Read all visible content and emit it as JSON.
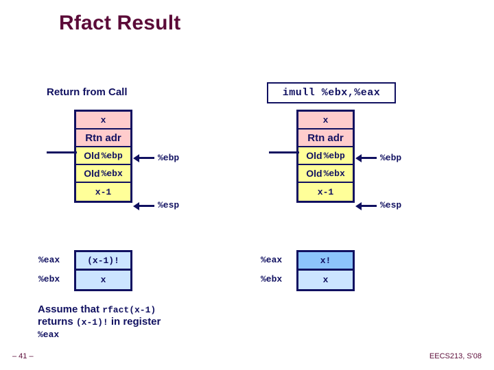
{
  "slide": {
    "title": "Rfact Result",
    "footer_left": "– 41 –",
    "footer_right": "EECS213, S'08"
  },
  "left_panel": {
    "heading": "Return from Call",
    "stack": {
      "cells": [
        {
          "text": "x",
          "style": "pink",
          "font": "mono"
        },
        {
          "text": "Rtn adr",
          "style": "pink",
          "font": "sans"
        },
        {
          "text": "Old %ebp",
          "style": "yellow",
          "font": "mixed",
          "bold_part": "Old",
          "mono_part": "%ebp"
        },
        {
          "text": "Old %ebx",
          "style": "yellow",
          "font": "mixed",
          "bold_part": "Old",
          "mono_part": "%ebx"
        },
        {
          "text": "x-1",
          "style": "yellow",
          "font": "mono"
        }
      ]
    },
    "pointers": [
      {
        "label": "%ebp",
        "target_cell": "Old %ebp"
      },
      {
        "label": "%esp",
        "target_cell": "x-1"
      }
    ],
    "registers": {
      "rows": [
        {
          "name": "%eax",
          "value": "(x-1)!",
          "highlight": false
        },
        {
          "name": "%ebx",
          "value": "x",
          "highlight": false
        }
      ]
    }
  },
  "right_panel": {
    "instruction": "imull %ebx,%eax",
    "stack": {
      "cells": [
        {
          "text": "x",
          "style": "pink",
          "font": "mono"
        },
        {
          "text": "Rtn adr",
          "style": "pink",
          "font": "sans"
        },
        {
          "text": "Old %ebp",
          "style": "yellow",
          "font": "mixed",
          "bold_part": "Old",
          "mono_part": "%ebp"
        },
        {
          "text": "Old %ebx",
          "style": "yellow",
          "font": "mixed",
          "bold_part": "Old",
          "mono_part": "%ebx"
        },
        {
          "text": "x-1",
          "style": "yellow",
          "font": "mono"
        }
      ]
    },
    "pointers": [
      {
        "label": "%ebp",
        "target_cell": "Old %ebp"
      },
      {
        "label": "%esp",
        "target_cell": "x-1"
      }
    ],
    "registers": {
      "rows": [
        {
          "name": "%eax",
          "value": "x!",
          "highlight": true
        },
        {
          "name": "%ebx",
          "value": "x",
          "highlight": false
        }
      ]
    }
  },
  "note": {
    "line1_sans": "Assume that ",
    "line1_mono": "rfact(x-1)",
    "line2_sans_a": "returns ",
    "line2_mono": "(x-1)!",
    "line2_sans_b": " in register",
    "line3_mono": "%eax"
  },
  "colors": {
    "title": "#5b0b38",
    "ink": "#101060",
    "pink": "#ffcccc",
    "yellow": "#ffff99",
    "reg_light": "#cce5ff",
    "reg_highlight": "#8cc4fb"
  }
}
